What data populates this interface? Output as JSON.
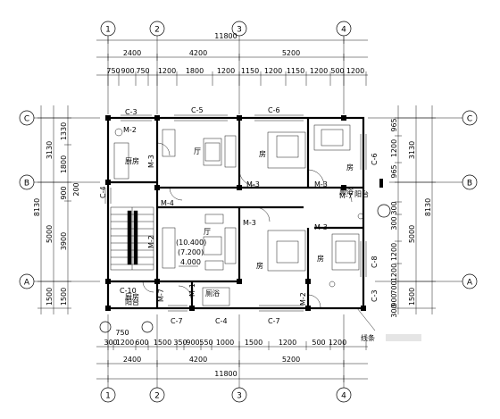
{
  "axes": {
    "columns": [
      "1",
      "2",
      "3",
      "4"
    ],
    "rows": [
      "A",
      "B",
      "C"
    ]
  },
  "dimensions": {
    "top_total": "11800",
    "top_level2": [
      "2400",
      "4200",
      "5200"
    ],
    "top_level3": [
      "750",
      "900",
      "750",
      "1200",
      "1800",
      "1200",
      "1150",
      "1200",
      "1150",
      "1200",
      "500",
      "1200"
    ],
    "bottom_level3": [
      "300",
      "1200",
      "600",
      "1500",
      "350",
      "900",
      "550",
      "1000",
      "1500",
      "1200",
      "500",
      "1200"
    ],
    "bottom_level2": [
      "2400",
      "4200",
      "5200"
    ],
    "bottom_total": "11800",
    "left_total": "8130",
    "left_c_b": "3130",
    "left_c_b_parts": [
      "1330",
      "1800"
    ],
    "left_b_a": "5000",
    "left_b_a_parts": [
      "900",
      "3900"
    ],
    "left_a": "1500",
    "left_small": "200",
    "right_total": "8130",
    "right_c_b": "3130",
    "right_b_a": "5000",
    "right_a": "1500",
    "right_parts": [
      "965",
      "1200",
      "965",
      "300",
      "300",
      "1200",
      "1200",
      "700",
      "900",
      "300"
    ],
    "bottom_small": "750"
  },
  "labels": {
    "c3": "C-3",
    "c5": "C-5",
    "c6": "C-6",
    "c4": "C-4",
    "c7": "C-7",
    "c8": "C-8",
    "c10": "C-10",
    "m1": "M-1",
    "m2": "M-2",
    "m3": "M-3",
    "m4": "M-4",
    "m7": "M-7",
    "kitchen": "厨房",
    "living": "厅",
    "room": "房",
    "balcony": "阳台",
    "toilet": "厕浴",
    "area1": "(10.400)",
    "area2": "(7.200)",
    "area3": "4.000",
    "linetext": "线条"
  },
  "colors": {
    "line": "#000000",
    "background": "#ffffff"
  }
}
